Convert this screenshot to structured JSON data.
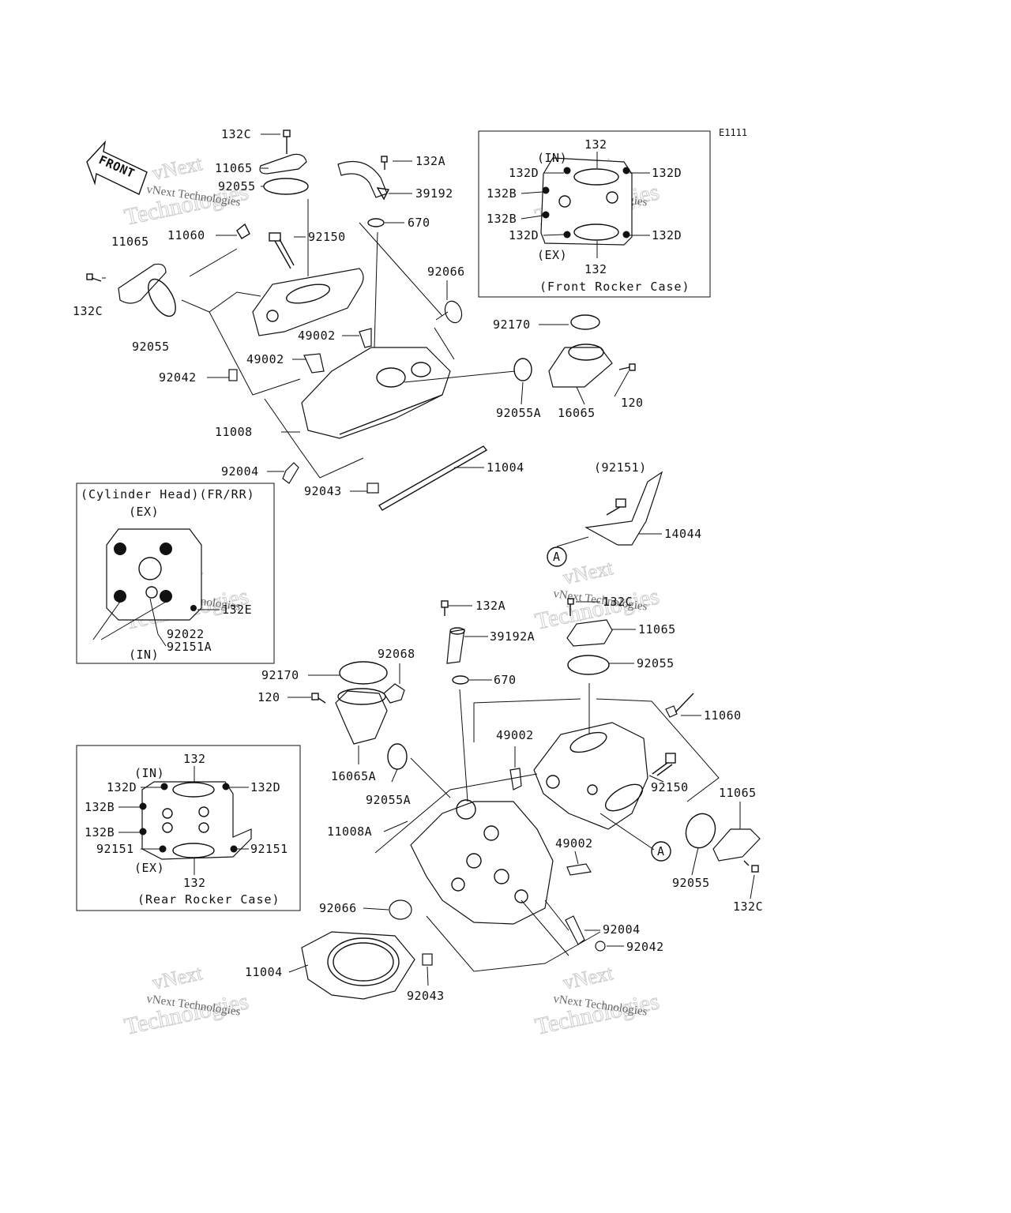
{
  "diagram_code": "E1111",
  "front_label": "FRONT",
  "callouts": {
    "c132C_top": "132C",
    "c11065_top": "11065",
    "c92055_top": "92055",
    "c132A_top": "132A",
    "c39192": "39192",
    "c670_top": "670",
    "c11060_top": "11060",
    "c92150_top": "92150",
    "c11065_left": "11065",
    "c132C_left": "132C",
    "c92055_left": "92055",
    "c92066_top": "92066",
    "c92170_top": "92170",
    "c49002_a": "49002",
    "c49002_b": "49002",
    "c92042_top": "92042",
    "c92055A_top": "92055A",
    "c16065": "16065",
    "c120_top": "120",
    "c11008": "11008",
    "c92004_top": "92004",
    "c11004_top": "11004",
    "c92043_top": "92043",
    "c92151_paren": "(92151)",
    "c14044": "14044",
    "c132A_mid": "132A",
    "c39192A": "39192A",
    "c132C_mid": "132C",
    "c11065_mid": "11065",
    "c92055_mid": "92055",
    "c670_mid": "670",
    "c11060_mid": "11060",
    "c92170_mid": "92170",
    "c92068": "92068",
    "c120_mid": "120",
    "c49002_mid": "49002",
    "c92150_mid": "92150",
    "c11065_right": "11065",
    "c16065A": "16065A",
    "c92055A_mid": "92055A",
    "c11008A": "11008A",
    "c49002_low": "49002",
    "c92055_low": "92055",
    "c132C_low": "132C",
    "c92066_low": "92066",
    "c92004_low": "92004",
    "c92042_low": "92042",
    "c11004_low": "11004",
    "c92043_low": "92043",
    "ref_a": "A"
  },
  "front_rocker_box": {
    "caption": "(Front Rocker Case)",
    "in_label": "(IN)",
    "ex_label": "(EX)",
    "p132_top": "132",
    "p132_bottom": "132",
    "p132D_tl": "132D",
    "p132D_tr": "132D",
    "p132D_bl": "132D",
    "p132D_br": "132D",
    "p132B_a": "132B",
    "p132B_b": "132B"
  },
  "cylinder_head_box": {
    "caption": "(Cylinder Head)(FR/RR)",
    "ex_label": "(EX)",
    "in_label": "(IN)",
    "p132E": "132E",
    "p92022": "92022",
    "p92151A": "92151A"
  },
  "rear_rocker_box": {
    "caption": "(Rear Rocker Case)",
    "in_label": "(IN)",
    "ex_label": "(EX)",
    "p132_top": "132",
    "p132_bottom": "132",
    "p132D_l": "132D",
    "p132D_r": "132D",
    "p132B_a": "132B",
    "p132B_b": "132B",
    "p92151_l": "92151",
    "p92151_r": "92151"
  },
  "watermark": {
    "brand": "vNext",
    "big": "Technologies",
    "small": "vNext Technologies"
  }
}
